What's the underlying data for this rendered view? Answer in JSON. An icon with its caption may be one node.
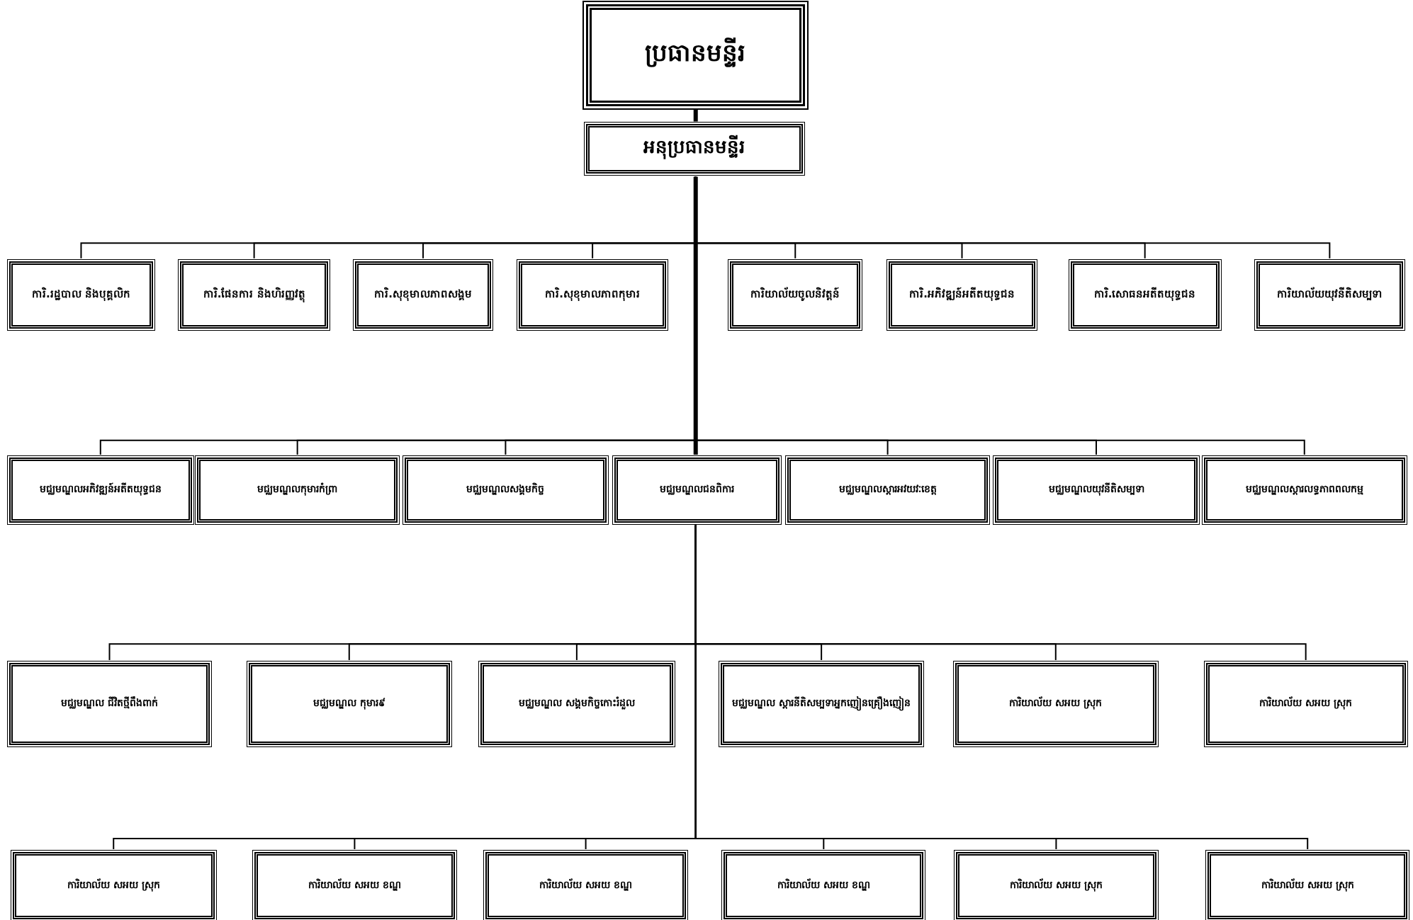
{
  "diagram": {
    "nodes": [
      {
        "text": [
          "ប្រធានមន្ទីរ"
        ]
      },
      {
        "text": [
          "អនុប្រធានមន្ទីរ"
        ]
      },
      {
        "text": [
          "ការិ.រដ្ឋបាល និងបុគ្គលិក"
        ]
      },
      {
        "text": [
          "ការិ.ផែនការ និងហិរញ្ញវត្ថុ"
        ]
      },
      {
        "text": [
          "ការិ.សុខុមាលភាពសង្គម"
        ]
      },
      {
        "text": [
          "ការិ.សុខុមាលភាពកុមារ"
        ]
      },
      {
        "text": [
          "ការិយាល័យចូលនិវត្តន៍"
        ]
      },
      {
        "text": [
          "ការិ.អភិវឌ្ឍន៍អតីតយុទ្ធជន"
        ]
      },
      {
        "text": [
          "ការិ.សោធនអតីតយុទ្ធជន"
        ]
      },
      {
        "text": [
          "ការិយាល័យយុវនីតិសម្បទា"
        ]
      },
      {
        "text": [
          "មជ្ឈមណ្ឌលអភិវឌ្ឍន៍អតីតយុទ្ធជន"
        ]
      },
      {
        "text": [
          "មជ្ឈមណ្ឌលកុមារកំព្រា"
        ]
      },
      {
        "text": [
          "មជ្ឈមណ្ឌលសង្គមកិច្ច"
        ]
      },
      {
        "text": [
          "មជ្ឈមណ្ឌលជនពិការ"
        ]
      },
      {
        "text": [
          "មជ្ឈមណ្ឌលស្តារអវយវៈខេត្ត"
        ]
      },
      {
        "text": [
          "មជ្ឈមណ្ឌលយុវនីតិសម្បទា"
        ]
      },
      {
        "text": [
          "មជ្ឈមណ្ឌលស្តារលទ្ធភាពពលកម្ម"
        ]
      },
      {
        "text": [
          "មជ្ឈមណ្ឌល ជីវិតថ្មីពឹងពាក់"
        ]
      },
      {
        "text": [
          "មជ្ឈមណ្ឌល កុមារ៩"
        ]
      },
      {
        "text": [
          "មជ្ឈមណ្ឌល សង្គមកិច្ចកោះរំដួល"
        ]
      },
      {
        "text": [
          "មជ្ឈមណ្ឌល ស្តារនីតិសម្បទាអ្នកញៀនគ្រឿងញៀន"
        ]
      },
      {
        "text": [
          "ការិយាល័យ សអយ ស្រុក"
        ]
      },
      {
        "text": [
          "ការិយាល័យ សអយ ស្រុក"
        ]
      },
      {
        "text": [
          "ការិយាល័យ សអយ ស្រុក"
        ]
      },
      {
        "text": [
          "ការិយាល័យ សអយ ខណ្ឌ"
        ]
      },
      {
        "text": [
          "ការិយាល័យ សអយ ខណ្ឌ"
        ]
      },
      {
        "text": [
          "ការិយាល័យ សអយ ខណ្ឌ"
        ]
      },
      {
        "text": [
          "ការិយាល័យ សអយ ស្រុក"
        ]
      },
      {
        "text": [
          "ការិយាល័យ សអយ ស្រុក"
        ]
      }
    ],
    "edges": [
      {
        "from": 0,
        "to": 1,
        "arrow": "none",
        "style": "thick"
      },
      {
        "from": 1,
        "to": 2,
        "arrow": "none"
      },
      {
        "from": 1,
        "to": 3,
        "arrow": "none"
      },
      {
        "from": 1,
        "to": 4,
        "arrow": "none"
      },
      {
        "from": 1,
        "to": 5,
        "arrow": "none"
      },
      {
        "from": 1,
        "to": 6,
        "arrow": "none"
      },
      {
        "from": 1,
        "to": 7,
        "arrow": "none"
      },
      {
        "from": 1,
        "to": 8,
        "arrow": "none"
      },
      {
        "from": 1,
        "to": 9,
        "arrow": "none"
      },
      {
        "from": 1,
        "to": 10,
        "arrow": "none"
      },
      {
        "from": 1,
        "to": 11,
        "arrow": "none"
      },
      {
        "from": 1,
        "to": 12,
        "arrow": "none"
      },
      {
        "from": 1,
        "to": 13,
        "arrow": "none",
        "style": "thick"
      },
      {
        "from": 1,
        "to": 14,
        "arrow": "none"
      },
      {
        "from": 1,
        "to": 15,
        "arrow": "none"
      },
      {
        "from": 1,
        "to": 16,
        "arrow": "none"
      },
      {
        "from": 13,
        "to": 17,
        "arrow": "none"
      },
      {
        "from": 13,
        "to": 18,
        "arrow": "none"
      },
      {
        "from": 13,
        "to": 19,
        "arrow": "none"
      },
      {
        "from": 13,
        "to": 20,
        "arrow": "none"
      },
      {
        "from": 13,
        "to": 21,
        "arrow": "none"
      },
      {
        "from": 13,
        "to": 22,
        "arrow": "none"
      },
      {
        "from": 13,
        "to": 23,
        "arrow": "none"
      },
      {
        "from": 13,
        "to": 24,
        "arrow": "none"
      },
      {
        "from": 13,
        "to": 25,
        "arrow": "none"
      },
      {
        "from": 13,
        "to": 26,
        "arrow": "none"
      },
      {
        "from": 13,
        "to": 27,
        "arrow": "none"
      },
      {
        "from": 13,
        "to": 28,
        "arrow": "none"
      }
    ]
  }
}
